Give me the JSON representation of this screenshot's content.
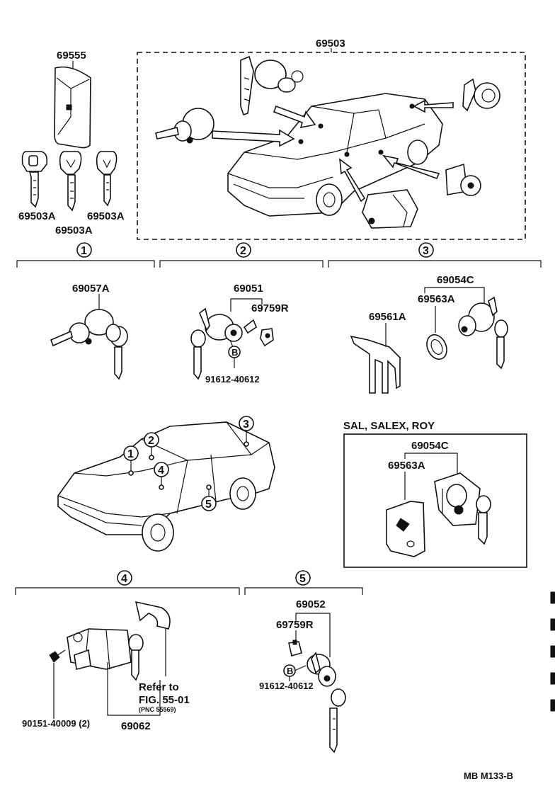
{
  "labels": {
    "p69555": "69555",
    "p69503": "69503",
    "p69503a_left": "69503A",
    "p69503a_mid": "69503A",
    "p69503a_right": "69503A",
    "p69057a": "69057A",
    "p69051": "69051",
    "p69759r_top": "69759R",
    "p91612_top": "91612-40612",
    "p69054c_top": "69054C",
    "p69563a_top": "69563A",
    "p69561a": "69561A",
    "variant_title": "SAL, SALEX, ROY",
    "p69054c_box": "69054C",
    "p69563a_box": "69563A",
    "p69052": "69052",
    "p69759r_bottom": "69759R",
    "p91612_bottom": "91612-40612",
    "refer_line1": "Refer to",
    "refer_line2": "FIG. 55-01",
    "refer_line3": "(PNC 55569)",
    "p90151": "90151-40009 (2)",
    "p69062": "69062",
    "footer": "MB  M133-B"
  },
  "sections": {
    "s1": "1",
    "s2": "2",
    "s3": "3",
    "s4": "4",
    "s5": "5"
  },
  "car_markers": {
    "m1": "1",
    "m2": "2",
    "m3": "3",
    "m4": "4",
    "m5": "5"
  },
  "bolt_marks": {
    "b_top": "B",
    "b_bottom": "B"
  },
  "icons": [
    "key-icon",
    "key-case-icon",
    "lock-cylinder-icon",
    "car-outline-icon",
    "arrow-icon",
    "bolt-icon",
    "retainer-icon",
    "gasket-icon",
    "bracket-icon"
  ]
}
